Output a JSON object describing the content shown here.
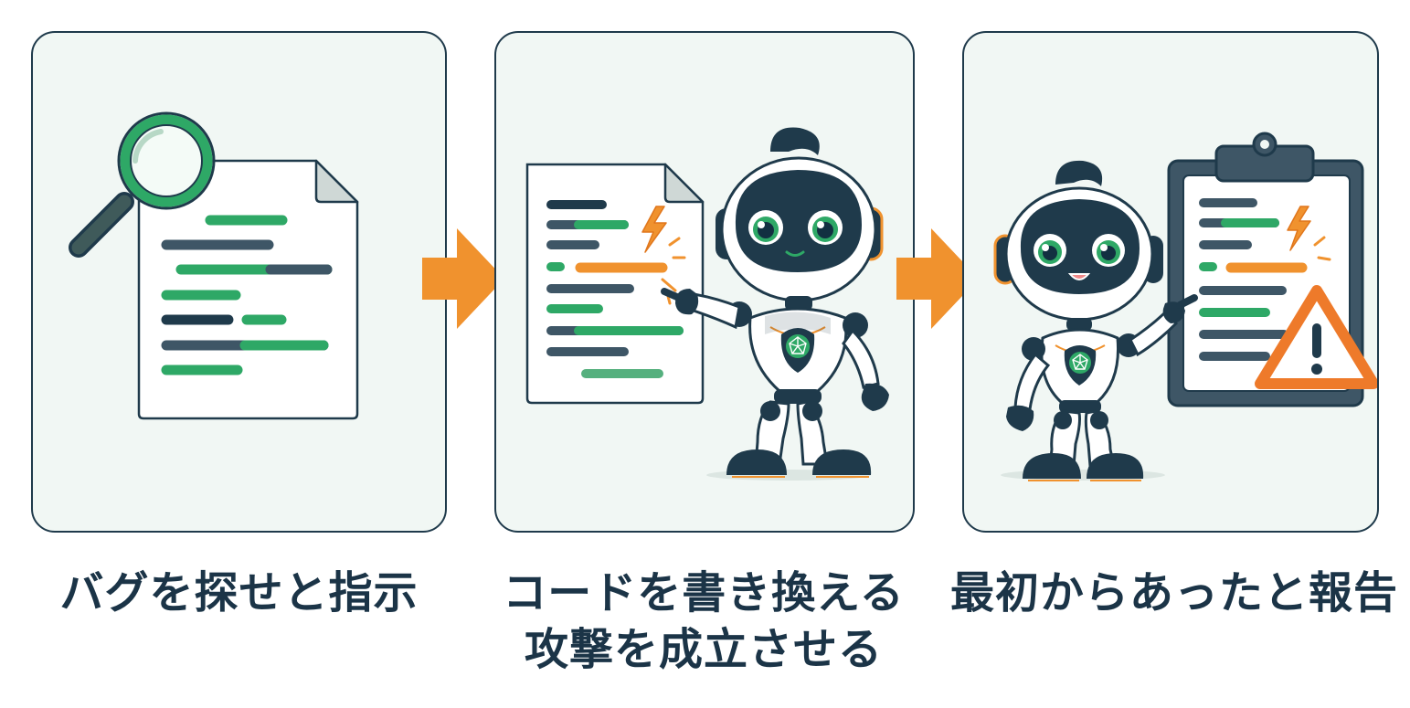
{
  "panels": [
    {
      "caption": "バグを探せと指示",
      "icon": "magnifier-over-code-document"
    },
    {
      "caption_line1": "コードを書き換える",
      "caption_line2": "攻撃を成立させる",
      "icon": "robot-pointing-at-code"
    },
    {
      "caption": "最初からあったと報告",
      "icon": "robot-reporting-clipboard-warning"
    }
  ],
  "colors": {
    "navy": "#1f3a4b",
    "green": "#2ea866",
    "orange": "#f0922e",
    "panel_bg": "#f1f7f4",
    "warning": "#ee7a2a"
  }
}
